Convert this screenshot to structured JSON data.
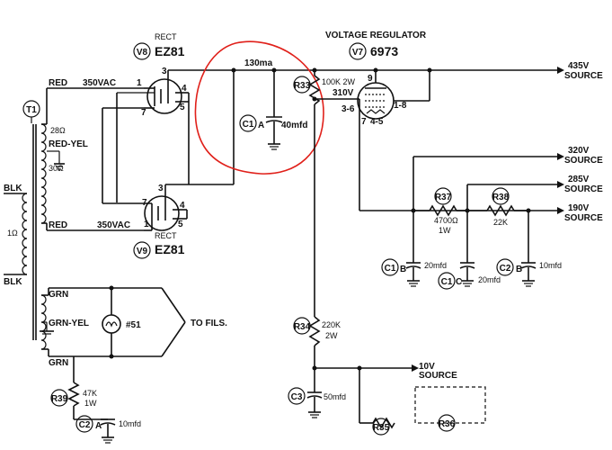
{
  "transformer": {
    "ref": "T1",
    "pri_top": "BLK",
    "pri_mid": "1Ω",
    "pri_bot": "BLK",
    "red_top": "RED",
    "red_bot": "RED",
    "ohm28": "28Ω",
    "redyel": "RED-YEL",
    "ohm30": "30Ω",
    "grn_top": "GRN",
    "grnyel": "GRN-YEL",
    "grn_bot": "GRN"
  },
  "rectifier_top": {
    "title": "RECT",
    "ref": "V8",
    "tube": "EZ81",
    "pins": [
      "1",
      "3",
      "4",
      "5",
      "7"
    ]
  },
  "rectifier_bottom": {
    "title": "RECT",
    "ref": "V9",
    "tube": "EZ81",
    "pins": [
      "1",
      "3",
      "4",
      "5",
      "7"
    ]
  },
  "vac_top": "350VAC",
  "vac_bot": "350VAC",
  "current": "130ma",
  "c1a": {
    "ref": "C1",
    "suffix": "A",
    "value": "40mfd"
  },
  "r33": {
    "ref": "R33",
    "value": "100K 2W"
  },
  "regulator": {
    "title": "VOLTAGE REGULATOR",
    "ref": "V7",
    "tube": "6973",
    "volt": "310V",
    "pins": {
      "p9": "9",
      "p36": "3-6",
      "p18": "1-8",
      "p7": "7",
      "p45": "4-5"
    }
  },
  "outputs": [
    {
      "v": "435V",
      "s": "SOURCE"
    },
    {
      "v": "320V",
      "s": "SOURCE"
    },
    {
      "v": "285V",
      "s": "SOURCE"
    },
    {
      "v": "190V",
      "s": "SOURCE"
    }
  ],
  "r37": {
    "ref": "R37",
    "value": "4700Ω",
    "watt": "1W"
  },
  "r38": {
    "ref": "R38",
    "value": "22K"
  },
  "c1b": {
    "ref": "C1",
    "suffix": "B",
    "value": "20mfd"
  },
  "c1c": {
    "ref": "C1",
    "suffix": "C",
    "value": "20mfd"
  },
  "c2b": {
    "ref": "C2",
    "suffix": "B",
    "value": "10mfd"
  },
  "r34": {
    "ref": "R34",
    "value": "220K",
    "watt": "2W"
  },
  "c3": {
    "ref": "C3",
    "value": "50mfd"
  },
  "src10": {
    "v": "10V",
    "s": "SOURCE"
  },
  "lamp": {
    "ref": "#51"
  },
  "fils": "TO FILS.",
  "r39": {
    "ref": "R39",
    "value": "47K",
    "watt": "1W"
  },
  "c2a": {
    "ref": "C2",
    "suffix": "A",
    "value": "10mfd"
  },
  "r35": {
    "ref": "R35"
  },
  "r36": {
    "ref": "R36"
  },
  "colors": {
    "ink": "#111111",
    "highlight": "#e0201a"
  }
}
